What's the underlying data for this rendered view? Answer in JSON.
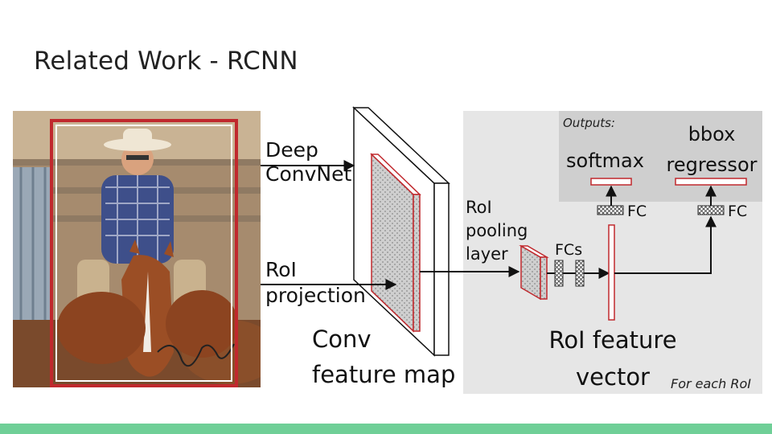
{
  "slide": {
    "title": "Related Work - RCNN"
  },
  "diagram": {
    "deep_convnet_line1": "Deep",
    "deep_convnet_line2": "ConvNet",
    "roi_projection_line1": "RoI",
    "roi_projection_line2": "projection",
    "conv_feature_map_line1": "Conv",
    "conv_feature_map_line2": "feature map",
    "roi_pooling_line1": "RoI",
    "roi_pooling_line2": "pooling",
    "roi_pooling_line3": "layer",
    "fcs": "FCs",
    "fc_left": "FC",
    "fc_right": "FC",
    "outputs": "Outputs:",
    "softmax": "softmax",
    "bbox_line1": "bbox",
    "bbox_line2": "regressor",
    "roi_feature_line1": "RoI feature",
    "roi_feature_line2": "vector",
    "for_each_roi": "For each RoI"
  },
  "colors": {
    "accent_red": "#c0282d",
    "footer_green": "#6fcf97",
    "panel_gray": "#e6e6e6",
    "outputs_gray": "#cfcfcf"
  }
}
